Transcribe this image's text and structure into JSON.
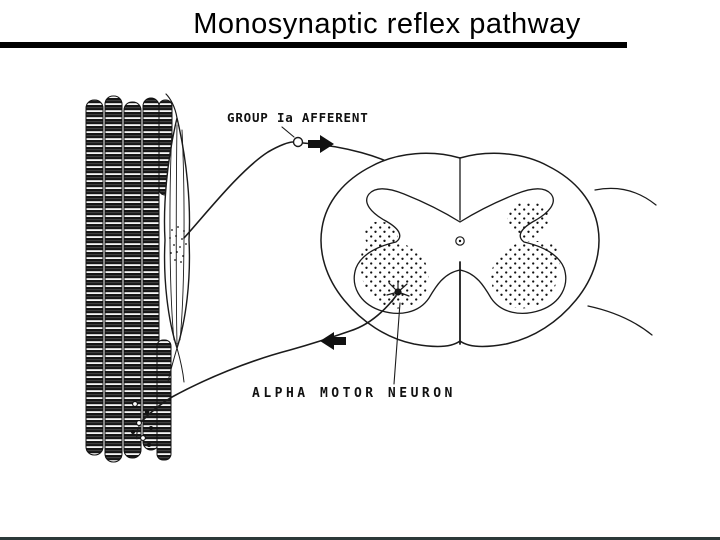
{
  "slide": {
    "title": "Monosynaptic reflex pathway"
  },
  "diagram": {
    "afferent_label": "GROUP Ia AFFERENT",
    "motor_label": "ALPHA MOTOR NEURON"
  },
  "colors": {
    "ink": "#1b1b1b",
    "title_bar": "#000000",
    "bottom_bar": "#2b3a3a",
    "background": "#ffffff"
  }
}
